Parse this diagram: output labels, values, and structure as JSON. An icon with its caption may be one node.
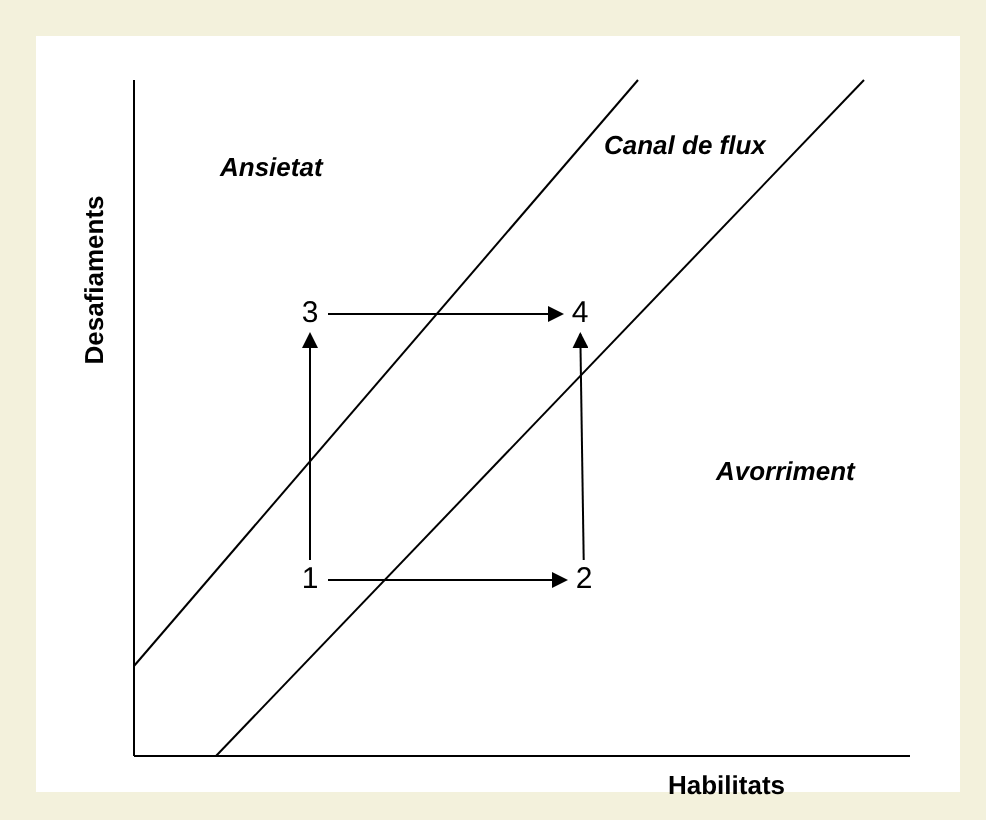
{
  "diagram": {
    "nodes": [
      {
        "text": [
          "3"
        ]
      },
      {
        "text": [
          "4"
        ]
      },
      {
        "text": [
          "1"
        ]
      },
      {
        "text": [
          "2"
        ]
      }
    ],
    "edges": [
      {
        "from": 0,
        "to": 1,
        "arrow": "to"
      },
      {
        "from": 2,
        "to": 0,
        "arrow": "to"
      },
      {
        "from": 3,
        "to": 1,
        "arrow": "to"
      },
      {
        "from": 2,
        "to": 3,
        "arrow": "to"
      }
    ],
    "labels": [
      "Desafiaments",
      "Ansietat",
      "Canal de flux",
      "Avorriment",
      "Habilitats"
    ]
  }
}
